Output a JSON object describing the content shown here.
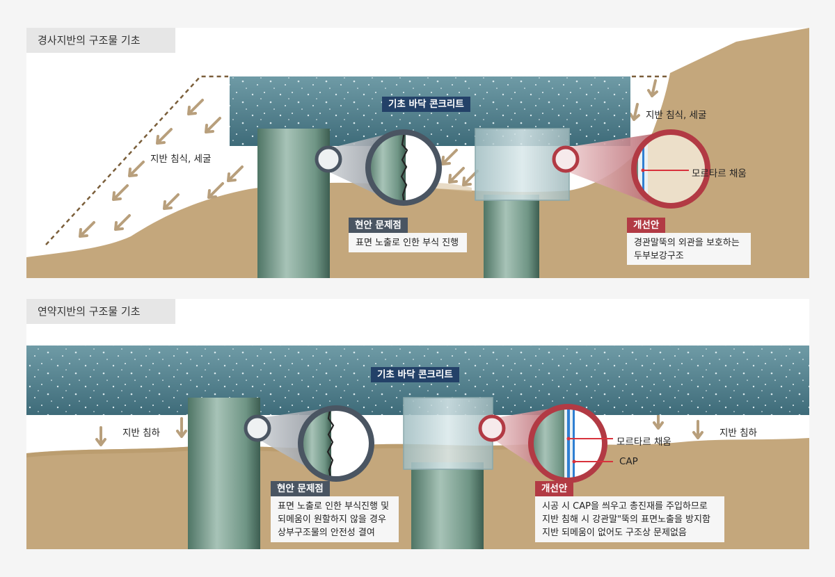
{
  "panel1": {
    "title": "경사지반의 구조물 기초",
    "concrete_label": "기초 바닥 콘크리트",
    "erosion_left": "지반 침식, 세굴",
    "erosion_right": "지반 침식, 세굴",
    "problem_tag": "현안 문제점",
    "problem_desc": "표면 노출로 인한 부식 진행",
    "mortar_label": "모르타르 채움",
    "improve_tag": "개선안",
    "improve_lines": [
      "경관말뚝의 외관을 보호하는",
      "두부보강구조"
    ]
  },
  "panel2": {
    "title": "연약지반의 구조물 기초",
    "concrete_label": "기초 바닥 콘크리트",
    "settle_left": "지반 침하",
    "settle_right": "지반 침하",
    "problem_tag": "현안 문제점",
    "problem_lines": [
      "표면 노출로 인한 부식진행 및",
      "되메움이 원할하지 않을 경우",
      "상부구조물의 안전성 결여"
    ],
    "mortar_label": "모르타르 채움",
    "cap_label": "CAP",
    "improve_tag": "개선안",
    "improve_lines": [
      "시공 시 CAP을 씌우고 총진재를 주입하므로",
      "지반 침해 시 강관말\"뚝의 표면노출을 방지함",
      "지반 되메움이 없어도 구조상 문제없음"
    ]
  },
  "colors": {
    "soil": "#c4a77c",
    "soil_dark": "#b59668",
    "concrete": "#4e7d8a",
    "pile": "#7a9f92",
    "navy_tag": "#234168",
    "slate_tag": "#4a5562",
    "red_tag": "#b23a44",
    "background": "#f5f5f5"
  }
}
